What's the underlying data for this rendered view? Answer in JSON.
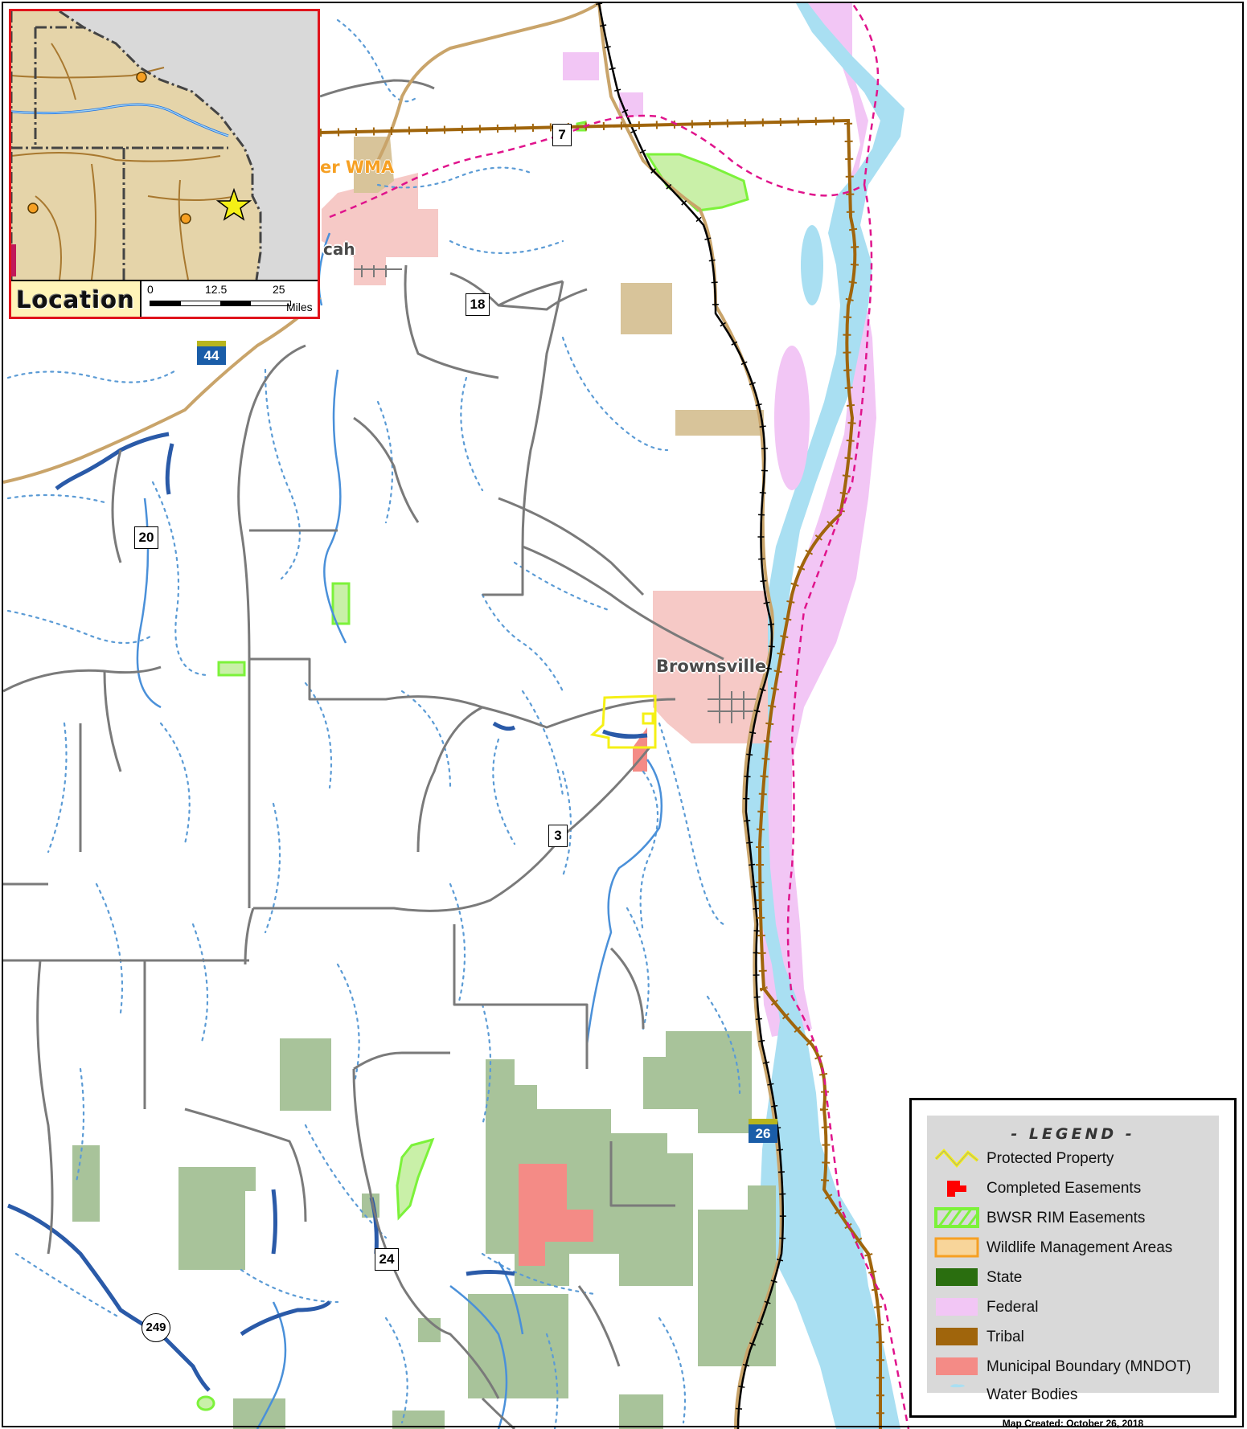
{
  "inset": {
    "title": "Location",
    "scale": {
      "ticks": [
        "0",
        "12.5",
        "25"
      ],
      "units": "Miles"
    }
  },
  "places": {
    "brownsville": "Brownsville",
    "wma": "er WMA",
    "town_partial": "cah"
  },
  "routes": {
    "r7": "7",
    "r18": "18",
    "r20": "20",
    "r3": "3",
    "r24": "24",
    "r249": "249",
    "i44": "44",
    "i26": "26"
  },
  "legend": {
    "title": "- LEGEND -",
    "items": [
      {
        "label": "Protected Property",
        "icon": "yellow-zigzag-line",
        "color": "#f5f016"
      },
      {
        "label": "Completed Easements",
        "icon": "red-parcel-shape",
        "color": "#ff0000"
      },
      {
        "label": "BWSR RIM Easements",
        "icon": "green-hatched-box",
        "color": "#7cf23a"
      },
      {
        "label": "Wildlife Management Areas",
        "icon": "orange-outline-box",
        "color": "#f6a023"
      },
      {
        "label": "State",
        "icon": "dark-green-box",
        "color": "#2a6e0f"
      },
      {
        "label": "Federal",
        "icon": "lavender-box",
        "color": "#f2c6f5"
      },
      {
        "label": "Tribal",
        "icon": "brown-box",
        "color": "#a0650c"
      },
      {
        "label": "Municipal Boundary (MNDOT)",
        "icon": "salmon-box",
        "color": "#f48b86"
      },
      {
        "label": "Water Bodies",
        "icon": "light-blue-blob",
        "color": "#a9dff2"
      }
    ]
  },
  "map_date": "Map Created: October 26, 2018",
  "colors": {
    "water": "#a9dff2",
    "stream": "#5b9bd5",
    "river": "#2a5aa8",
    "road": "#808080",
    "highway": "#c9a46a",
    "state_land": "#a8c39a",
    "federal": "#f2c6f5",
    "municipal": "#f6c9c6",
    "tribal_boundary": "#a0650c",
    "railroad": "#000000",
    "county_line": "#e0148c"
  }
}
